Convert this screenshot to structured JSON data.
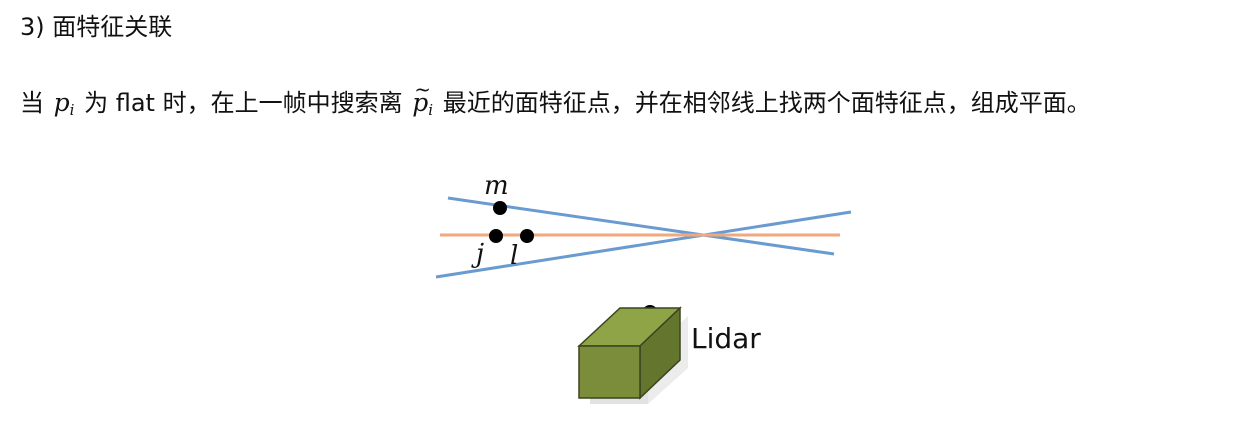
{
  "section": {
    "heading": "3) 面特征关联"
  },
  "text": {
    "part1": "当",
    "math_p": "p",
    "math_i": "i",
    "part2": "为 flat 时，在上一帧中搜索离",
    "math_ptilde": "p",
    "tilde": "~",
    "math_i2": "i",
    "part3": "最近的面特征点，并在相邻线上找两个面特征点，组成平面。"
  },
  "diagram": {
    "points": [
      {
        "label": "m"
      },
      {
        "label": "j"
      },
      {
        "label": "l"
      }
    ],
    "sensor_label": "Lidar",
    "colors": {
      "scan_line": "#6a9bd0",
      "orange_line": "#f0a87e",
      "box_front": "#7b8d3a",
      "box_top": "#8fa347",
      "box_side": "#64752d",
      "box_edge": "#3b4420",
      "point": "#000000"
    }
  }
}
